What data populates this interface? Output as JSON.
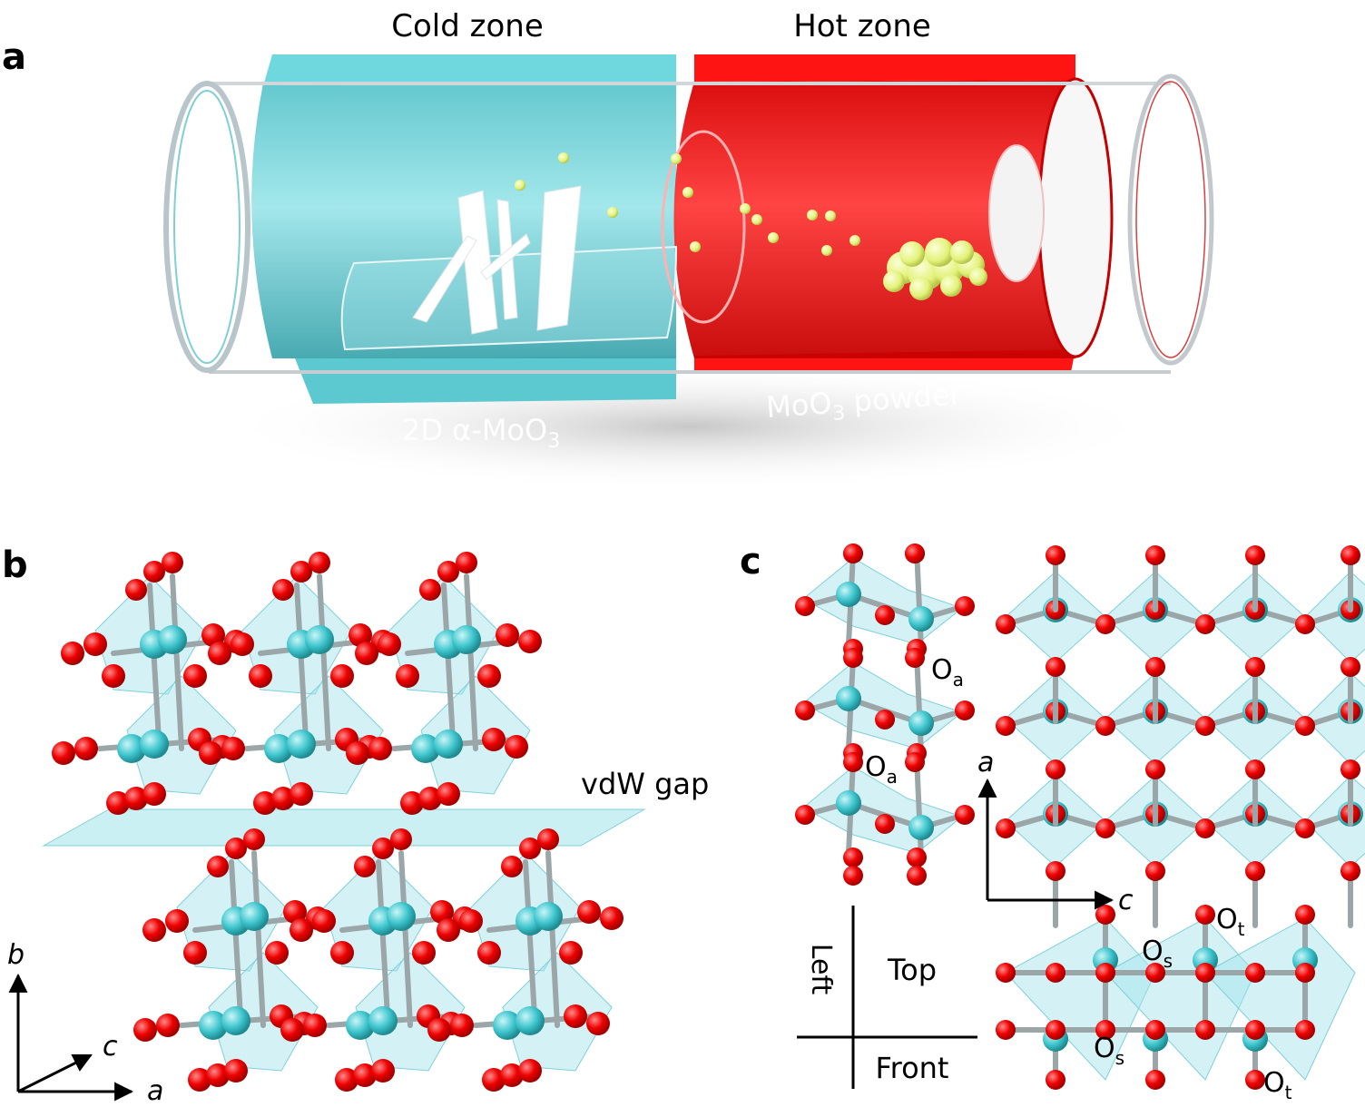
{
  "panels": {
    "a": {
      "letter": "a",
      "cold_zone": "Cold zone",
      "hot_zone": "Hot zone",
      "product": {
        "prefix": "2D α-MoO",
        "sub": "3"
      },
      "source": {
        "prefix": "MoO",
        "sub": "3",
        "suffix": " powder"
      }
    },
    "b": {
      "letter": "b",
      "vdw_gap": "vdW gap",
      "axes": {
        "b": "b",
        "c": "c",
        "a": "a"
      }
    },
    "c": {
      "letter": "c",
      "axes": {
        "a": "a",
        "c": "c"
      },
      "labels": {
        "oa1": {
          "base": "O",
          "sub": "a"
        },
        "oa2": {
          "base": "O",
          "sub": "a"
        },
        "ot1": {
          "base": "O",
          "sub": "t"
        },
        "os1": {
          "base": "O",
          "sub": "s"
        },
        "os2": {
          "base": "O",
          "sub": "s"
        },
        "ot2": {
          "base": "O",
          "sub": "t"
        }
      },
      "view_key": {
        "left": "Left",
        "top": "Top",
        "front": "Front"
      }
    }
  },
  "colors": {
    "cold": "#7ee0e6",
    "cold_dark": "#3aaab4",
    "hot": "#ff1a1a",
    "hot_dark": "#cc0000",
    "oxygen": "#ee0000",
    "molybdenum": "#3cc4cc",
    "octahedron": "#9fe3ea",
    "powder": "#e6f58a"
  }
}
